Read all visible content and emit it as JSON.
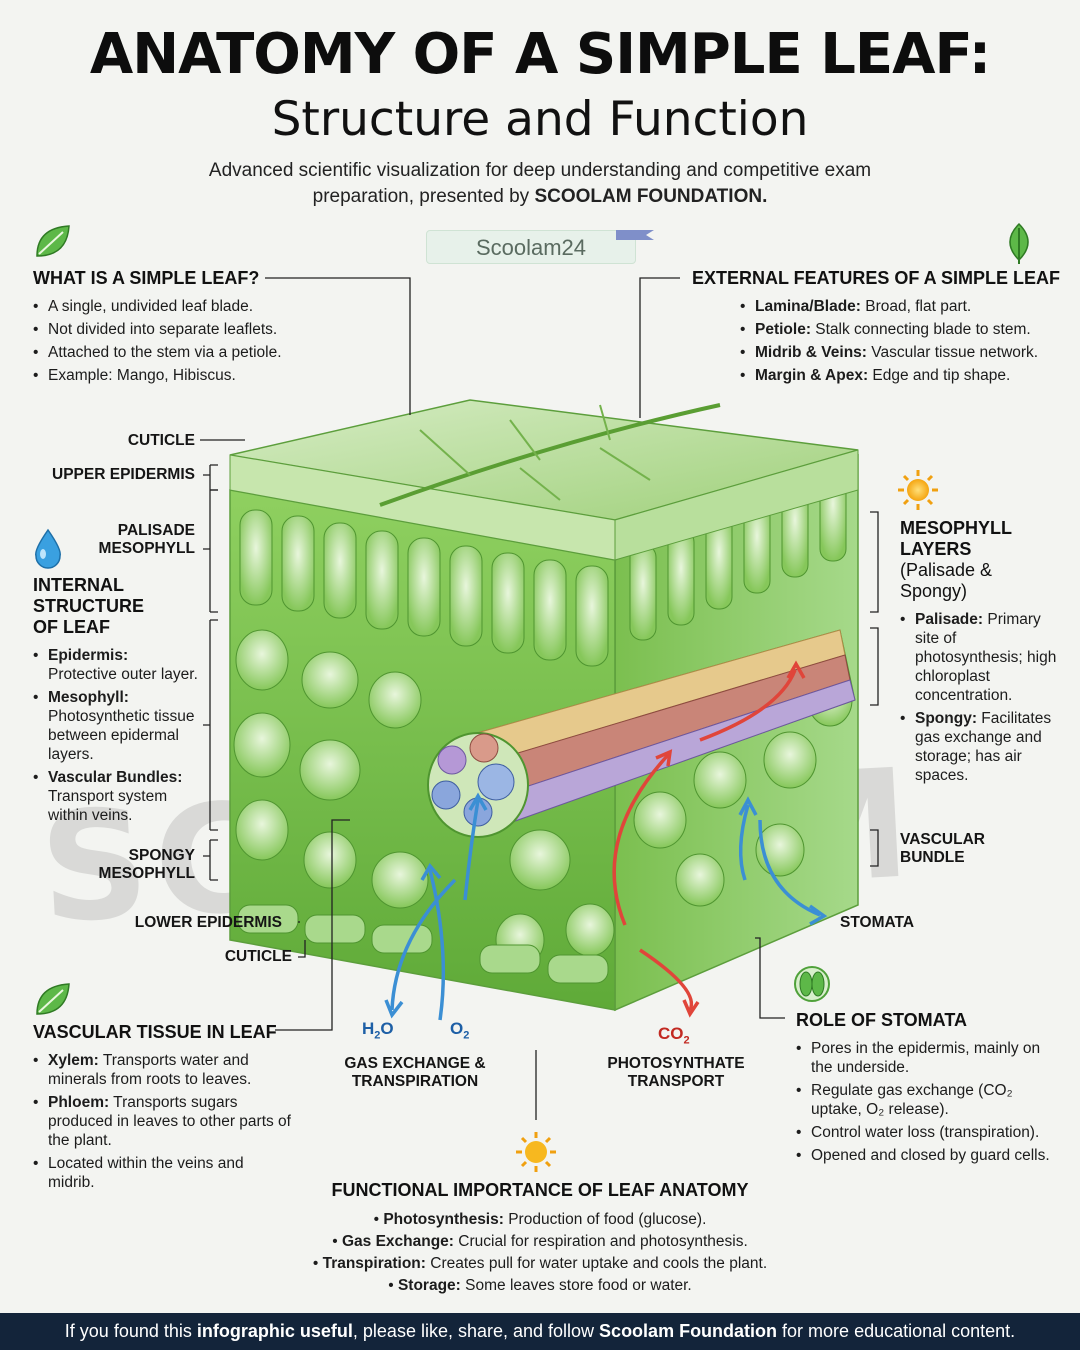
{
  "header": {
    "title": "ANATOMY OF A SIMPLE LEAF:",
    "subtitle": "Structure and Function",
    "intro_line1": "Advanced scientific visualization for deep understanding and competitive exam",
    "intro_line2_prefix": "preparation, presented by ",
    "intro_line2_bold": "SCOOLAM FOUNDATION."
  },
  "brand_tag": "Scoolam24",
  "watermark": "SCOOLAM",
  "what_is": {
    "title": "WHAT IS A SIMPLE LEAF?",
    "items": [
      "A single, undivided leaf blade.",
      "Not divided into separate leaflets.",
      "Attached to the stem via a petiole.",
      "Example: Mango, Hibiscus."
    ]
  },
  "external": {
    "title": "EXTERNAL FEATURES OF A SIMPLE LEAF",
    "items": [
      {
        "term": "Lamina/Blade:",
        "text": " Broad, flat part."
      },
      {
        "term": "Petiole:",
        "text": " Stalk connecting blade to stem."
      },
      {
        "term": "Midrib & Veins:",
        "text": " Vascular tissue network."
      },
      {
        "term": "Margin & Apex:",
        "text": " Edge and tip shape."
      }
    ]
  },
  "left_labels": {
    "cuticle_top": "CUTICLE",
    "upper_epidermis": "UPPER EPIDERMIS",
    "palisade_1": "PALISADE",
    "palisade_2": "MESOPHYLL",
    "spongy_1": "SPONGY",
    "spongy_2": "MESOPHYLL",
    "lower_epidermis": "LOWER EPIDERMIS",
    "cuticle_bottom": "CUTICLE"
  },
  "internal": {
    "title_1": "INTERNAL",
    "title_2": "STRUCTURE",
    "title_3": "OF LEAF",
    "items": [
      {
        "term": "Epidermis:",
        "text": "Protective outer layer."
      },
      {
        "term": "Mesophyll:",
        "text": "Photosynthetic tissue between epidermal layers."
      },
      {
        "term": "Vascular Bundles:",
        "text": "Transport system within veins."
      }
    ]
  },
  "mesophyll_layers": {
    "title_1": "MESOPHYLL",
    "title_2": "LAYERS",
    "sub_1": "(Palisade &",
    "sub_2": "Spongy)",
    "items": [
      {
        "term": "Palisade:",
        "text": " Primary site of photosynthesis; high chloroplast concentration."
      },
      {
        "term": "Spongy:",
        "text": " Facilitates gas exchange and storage; has air spaces."
      }
    ]
  },
  "right_labels": {
    "vascular_1": "VASCULAR",
    "vascular_2": "BUNDLE",
    "stomata": "STOMATA"
  },
  "gas_labels": {
    "h2o_main": "H",
    "h2o_sub": "2",
    "h2o_end": "O",
    "o2_main": "O",
    "o2_sub": "2",
    "co2_main": "CO",
    "co2_sub": "2",
    "gas_exchange_1": "GAS EXCHANGE &",
    "gas_exchange_2": "TRANSPIRATION",
    "photosynthate_1": "PHOTOSYNTHATE",
    "photosynthate_2": "TRANSPORT"
  },
  "vascular_tissue": {
    "title": "VASCULAR TISSUE IN LEAF",
    "items": [
      {
        "term": "Xylem:",
        "text": " Transports water and minerals from roots to leaves."
      },
      {
        "term": "Phloem:",
        "text": " Transports sugars produced in leaves to other parts of the plant."
      },
      {
        "term": "",
        "text": "Located within the veins and midrib."
      }
    ]
  },
  "stomata_role": {
    "title": "ROLE OF STOMATA",
    "items": [
      "Pores in the epidermis, mainly on the underside.",
      "Regulate gas exchange (CO₂ uptake, O₂ release).",
      "Control water loss (transpiration).",
      "Opened and closed by guard cells."
    ]
  },
  "functional": {
    "title": "FUNCTIONAL IMPORTANCE OF LEAF ANATOMY",
    "items": [
      {
        "term": "Photosynthesis:",
        "text": " Production of food (glucose)."
      },
      {
        "term": "Gas Exchange:",
        "text": " Crucial for respiration and photosynthesis."
      },
      {
        "term": "Transpiration:",
        "text": " Creates pull for water uptake and cools the plant."
      },
      {
        "term": "Storage:",
        "text": " Some leaves store food or water."
      }
    ]
  },
  "footer": {
    "p1": "If you found this ",
    "b1": "infographic useful",
    "p2": ", please like, share, and follow ",
    "b2": "Scoolam Foundation",
    "p3": " for more educational content."
  },
  "colors": {
    "leaf_green": "#7cc24a",
    "dark_green": "#3f8f2a",
    "arrow_blue": "#3b8fd4",
    "arrow_red": "#e0453a",
    "footer_bg": "#13243a",
    "sun": "#f5b21a"
  },
  "icons": [
    "leaf-icon",
    "water-drop-icon",
    "sun-icon",
    "stomata-icon",
    "flag-icon"
  ]
}
